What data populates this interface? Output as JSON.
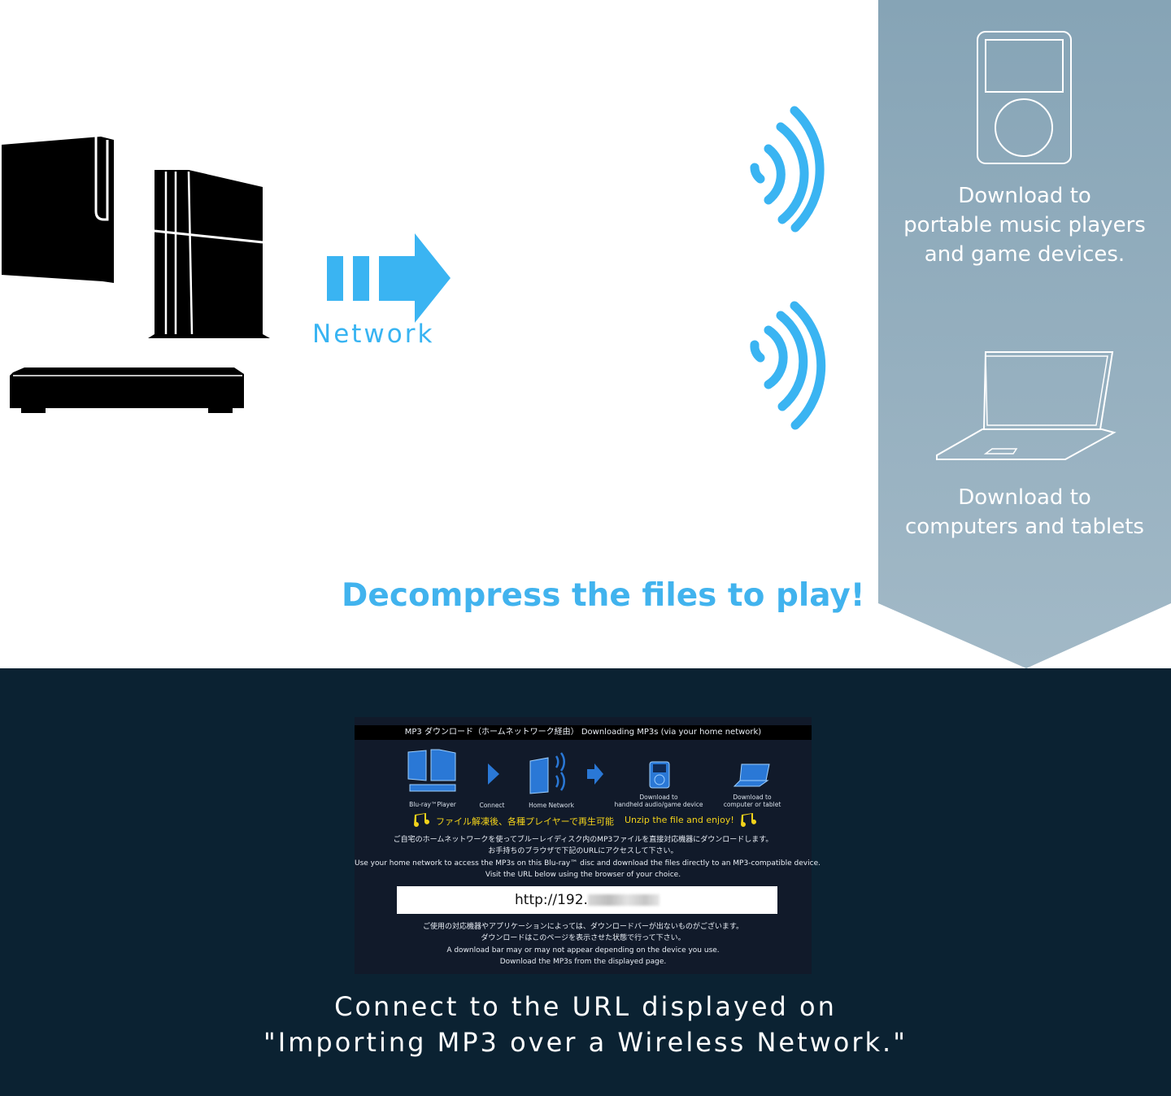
{
  "network_label": "Network",
  "headline": "Decompress the files to play!",
  "colors": {
    "accent": "#3ab4f2",
    "panel_top": "#89a6b8",
    "panel_bottom": "#9db5c4",
    "dark_bg": "#0b2232",
    "device_black": "#000000"
  },
  "icons": {
    "left_devices": [
      "playstation-3-icon",
      "playstation-4-icon",
      "blu-ray-player-icon"
    ],
    "arrow": "network-arrow-icon",
    "wifi": [
      "wifi-waves-upper-icon",
      "wifi-waves-lower-icon"
    ],
    "panel": [
      "portable-music-player-icon",
      "laptop-icon"
    ]
  },
  "panel": {
    "player_text": [
      "Download to",
      "portable music players",
      "and game devices."
    ],
    "computer_text": [
      "Download to",
      "computers and tablets"
    ]
  },
  "screenshot": {
    "title": "MP3 ダウンロード（ホームネットワーク経由） Downloading MP3s (via your home network)",
    "steps": {
      "player": "Blu-ray™Player",
      "connect": "Connect",
      "home_network": "Home Network",
      "handheld": [
        "Download to",
        "handheld audio/game device"
      ],
      "computer": [
        "Download to",
        "computer or tablet"
      ]
    },
    "yellow_jp": "ファイル解凍後、各種プレイヤーで再生可能",
    "yellow_en": "Unzip the file and enjoy!",
    "lines_top": [
      "ご自宅のホームネットワークを使ってブルーレイディスク内のMP3ファイルを直接対応機器にダウンロードします。",
      "お手持ちのブラウザで下記のURLにアクセスして下さい。",
      "Use your home network to access the MP3s on this Blu-ray™ disc and download the files directly to an MP3-compatible device.",
      "Visit the URL below using the browser of your choice."
    ],
    "url": "http://192.",
    "lines_bottom": [
      "ご使用の対応機器やアプリケーションによっては、ダウンロードバーが出ないものがございます。",
      "ダウンロードはこのページを表示させた状態で行って下さい。",
      "A download bar may or may not appear depending on the device you use.",
      "Download the MP3s from the displayed page."
    ]
  },
  "caption": [
    "Connect to the URL displayed on",
    "\"Importing MP3 over a Wireless Network.\""
  ]
}
